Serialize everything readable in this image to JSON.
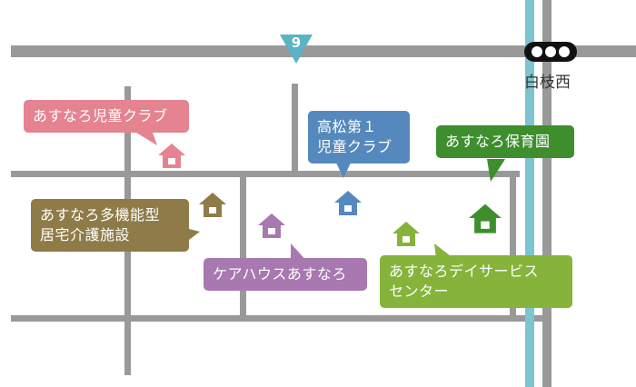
{
  "map": {
    "route": {
      "number": "9",
      "color": "#5bb3c4"
    },
    "station": {
      "name": "白枝西"
    },
    "colors": {
      "road": "#999999",
      "rail": "#7cc4cf",
      "pink": "#e58391",
      "blue": "#5589bd",
      "green": "#3e8e2e",
      "olive": "#8e7b48",
      "purple": "#a878b0",
      "lime": "#86b43b"
    },
    "places": [
      {
        "id": "kids-club-1",
        "lines": [
          "あすなろ児童クラブ"
        ],
        "color": "#e58391"
      },
      {
        "id": "kids-club-2",
        "lines": [
          "高松第１",
          "児童クラブ"
        ],
        "color": "#5589bd"
      },
      {
        "id": "nursery",
        "lines": [
          "あすなろ保育園"
        ],
        "color": "#3e8e2e"
      },
      {
        "id": "multi-facility",
        "lines": [
          "あすなろ多機能型",
          "居宅介護施設"
        ],
        "color": "#8e7b48"
      },
      {
        "id": "care-house",
        "lines": [
          "ケアハウスあすなろ"
        ],
        "color": "#a878b0"
      },
      {
        "id": "day-center",
        "lines": [
          "あすなろデイサービス",
          "センター"
        ],
        "color": "#86b43b"
      }
    ]
  }
}
